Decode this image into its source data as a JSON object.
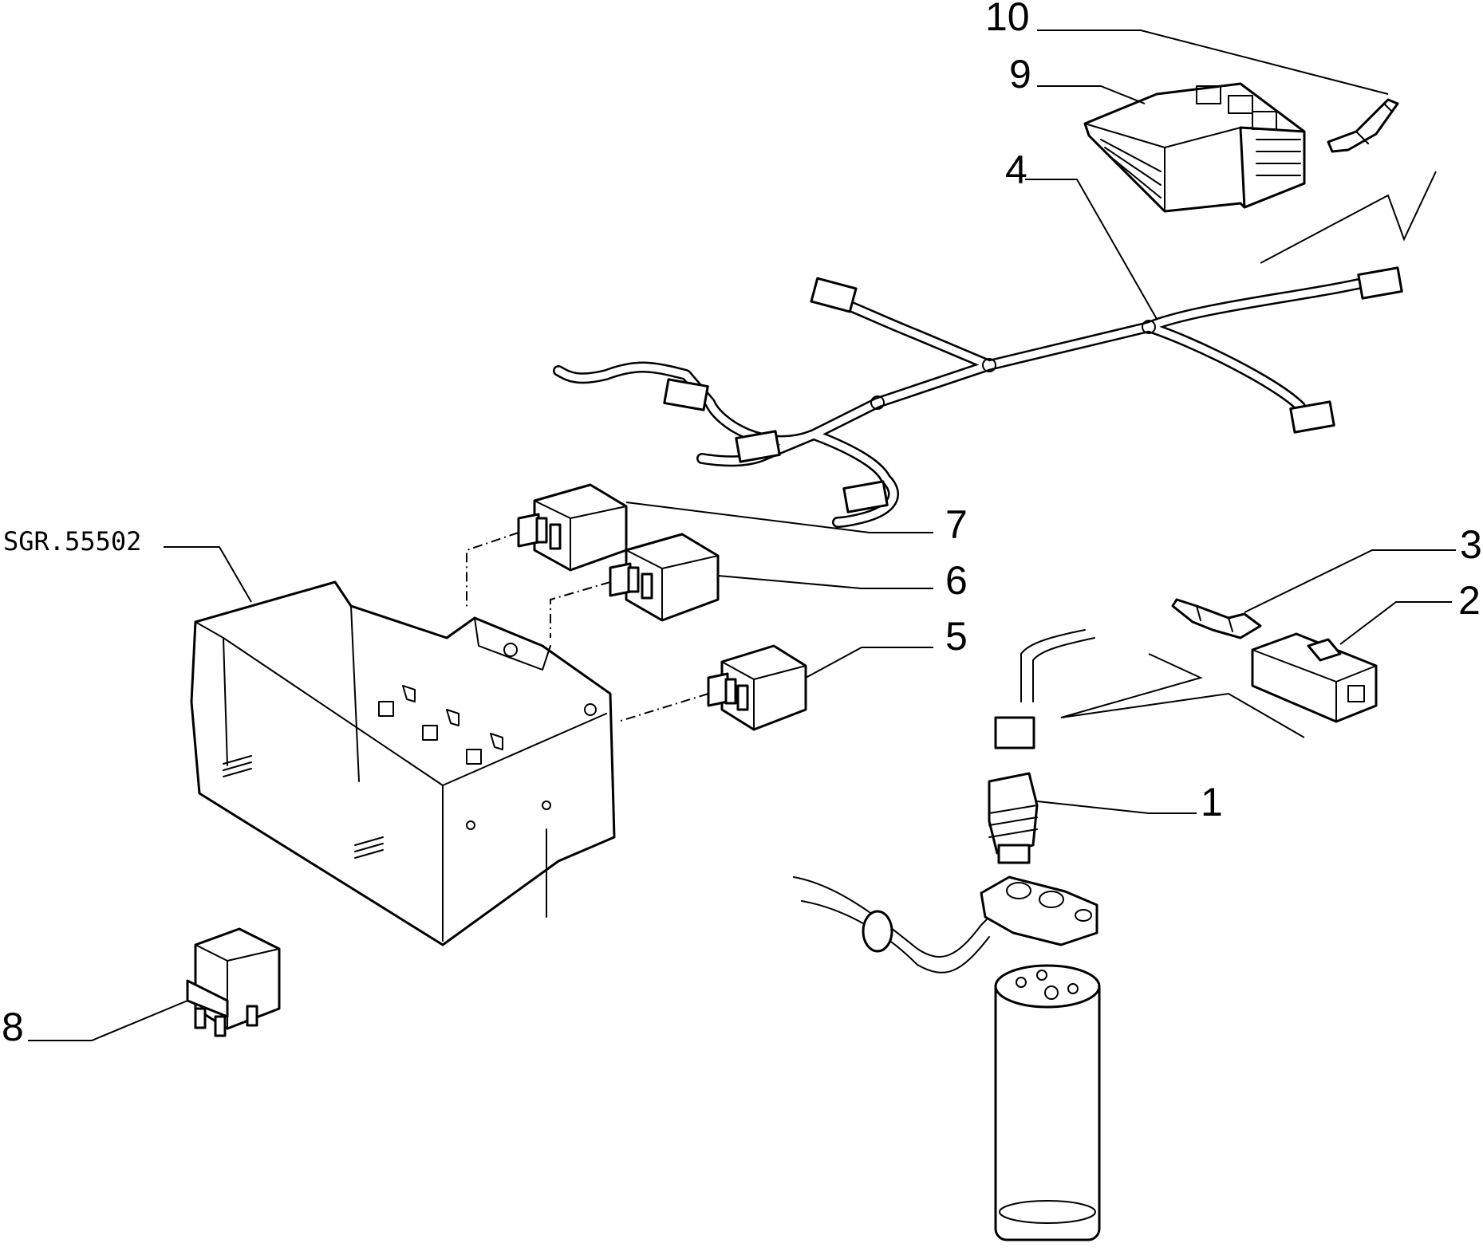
{
  "diagram": {
    "reference": "SGR.55502",
    "callouts": [
      {
        "id": "1",
        "label": "1"
      },
      {
        "id": "2",
        "label": "2"
      },
      {
        "id": "3",
        "label": "3"
      },
      {
        "id": "4",
        "label": "4"
      },
      {
        "id": "5",
        "label": "5"
      },
      {
        "id": "6",
        "label": "6"
      },
      {
        "id": "7",
        "label": "7"
      },
      {
        "id": "8",
        "label": "8"
      },
      {
        "id": "9",
        "label": "9"
      },
      {
        "id": "10",
        "label": "10"
      }
    ],
    "colors": {
      "ink": "#000000",
      "paper": "#ffffff"
    }
  }
}
